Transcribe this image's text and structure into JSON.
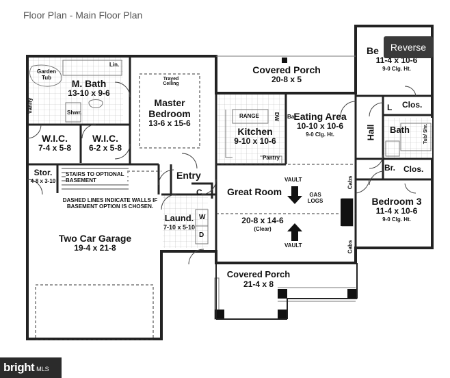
{
  "page": {
    "title": "Floor Plan - Main Floor Plan"
  },
  "controls": {
    "reverse_label": "Reverse"
  },
  "watermark": {
    "brand": "bright",
    "suffix": "MLS"
  },
  "rooms": {
    "covered_porch_top": {
      "name": "Covered Porch",
      "dims": "20-8 x 5"
    },
    "master_bath": {
      "name": "M. Bath",
      "dims": "13-10 x 9-6"
    },
    "garden_tub": "Garden Tub",
    "lin": "Lin.",
    "vanity": "Vanity",
    "shwr": "Shwr.",
    "master_bedroom": {
      "name": "Master Bedroom",
      "dims": "13-6 x 15-6",
      "ceiling": "Trayed Ceiling"
    },
    "wic1": {
      "name": "W.I.C.",
      "dims": "7-4 x 5-8"
    },
    "wic2": {
      "name": "W.I.C.",
      "dims": "6-2 x 5-8"
    },
    "kitchen": {
      "name": "Kitchen",
      "dims": "9-10 x 10-6",
      "range": "RANGE",
      "dw": "DW",
      "pantry": "Pantry",
      "bar": "Bar"
    },
    "eating_area": {
      "name": "Eating Area",
      "dims": "10-10 x 10-6",
      "note": "9-0 Clg. Ht."
    },
    "bedroom2": {
      "name": "Be",
      "dims": "11-4 x 10-6",
      "note": "9-0 Clg. Ht."
    },
    "hall": "Hall",
    "clos1": "Clos.",
    "l": "L",
    "bath": "Bath",
    "tub_shr": "Tub/ Shr.",
    "br": "Br.",
    "clos2": "Clos.",
    "bedroom3": {
      "name": "Bedroom 3",
      "dims": "11-4 x 10-6",
      "note": "9-0 Clg. Ht."
    },
    "stor": {
      "name": "Stor.",
      "dims": "4-8 x 3-10"
    },
    "stairs": "STAIRS TO OPTIONAL BASEMENT",
    "dashed_note": "DASHED LINES INDICATE WALLS IF BASEMENT OPTION IS CHOSEN.",
    "entry": "Entry",
    "c": "C",
    "great_room": {
      "name": "Great Room",
      "dims": "20-8 x 14-6",
      "note": "(Clear)"
    },
    "vault_top": "VAULT",
    "vault_bottom": "VAULT",
    "gas_logs": "GAS LOGS",
    "cabs_top": "Cabs",
    "cabs_bottom": "Cabs",
    "laundry": {
      "name": "Laund.",
      "dims": "7-10 x 5-10",
      "w": "W",
      "d": "D"
    },
    "garage": {
      "name": "Two Car Garage",
      "dims": "19-4 x 21-8"
    },
    "covered_porch_bottom": {
      "name": "Covered Porch",
      "dims": "21-4 x 8"
    }
  }
}
